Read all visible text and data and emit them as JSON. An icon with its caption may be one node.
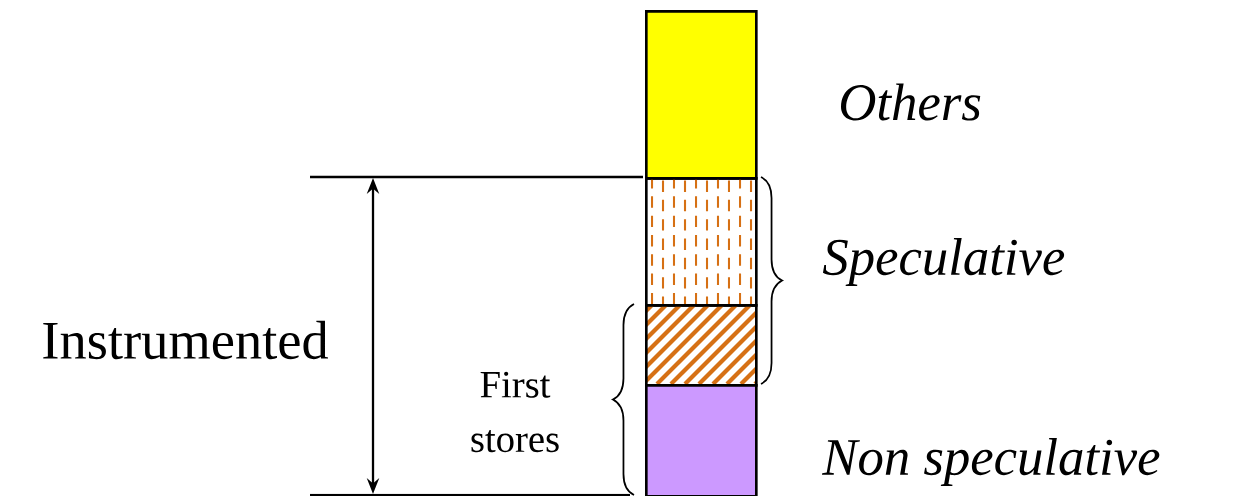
{
  "diagram": {
    "nodes": [
      {
        "text": [],
        "shape": "bar",
        "beside": [
          "Others"
        ]
      },
      {
        "text": [],
        "shape": "bar"
      },
      {
        "text": [],
        "shape": "bar"
      },
      {
        "text": [],
        "shape": "bar",
        "beside": [
          "Non speculative"
        ]
      }
    ],
    "labels": [
      "Speculative",
      "Instrumented",
      "First stores"
    ]
  }
}
